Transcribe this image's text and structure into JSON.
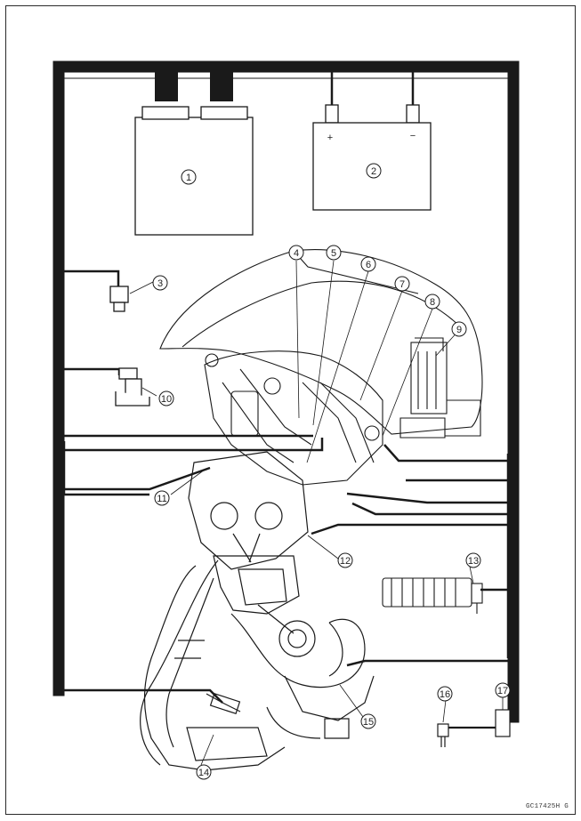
{
  "figure_code": "GC17425H",
  "figure_suffix": "G",
  "battery": {
    "plus_label": "+",
    "minus_label": "−"
  },
  "callouts": [
    {
      "id": "1",
      "label": "1"
    },
    {
      "id": "2",
      "label": "2"
    },
    {
      "id": "3",
      "label": "3"
    },
    {
      "id": "4",
      "label": "4"
    },
    {
      "id": "5",
      "label": "5"
    },
    {
      "id": "6",
      "label": "6"
    },
    {
      "id": "7",
      "label": "7"
    },
    {
      "id": "8",
      "label": "8"
    },
    {
      "id": "9",
      "label": "9"
    },
    {
      "id": "10",
      "label": "10"
    },
    {
      "id": "11",
      "label": "11"
    },
    {
      "id": "12",
      "label": "12"
    },
    {
      "id": "13",
      "label": "13"
    },
    {
      "id": "14",
      "label": "14"
    },
    {
      "id": "15",
      "label": "15"
    },
    {
      "id": "16",
      "label": "16"
    },
    {
      "id": "17",
      "label": "17"
    }
  ],
  "colors": {
    "line": "#1a1a1a",
    "paper": "#ffffff",
    "shade": "#d8d8d8"
  }
}
